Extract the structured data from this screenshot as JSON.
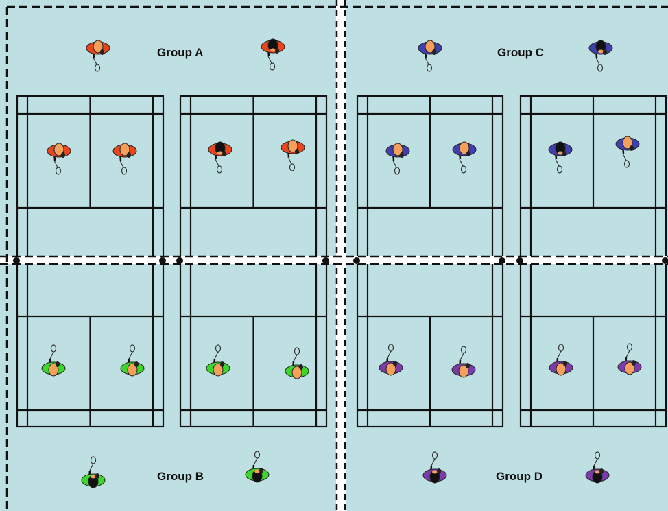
{
  "groups": [
    {
      "id": "a",
      "label": "Group A",
      "team": "red"
    },
    {
      "id": "b",
      "label": "Group B",
      "team": "green"
    },
    {
      "id": "c",
      "label": "Group C",
      "team": "blue"
    },
    {
      "id": "d",
      "label": "Group D",
      "team": "purple"
    }
  ],
  "colors": {
    "background": "#bfe0e3",
    "court_line": "#111111",
    "divider_line": "#111111",
    "divider_gap": "#ffffff",
    "head": "#f5a05a",
    "red": "#e8461e",
    "green": "#3ed62c",
    "blue": "#3f3fae",
    "purple": "#7a3ca8",
    "dark_hair": "#111111"
  },
  "icons": {
    "player": "badminton-player-icon",
    "net_post": "net-post-icon"
  }
}
